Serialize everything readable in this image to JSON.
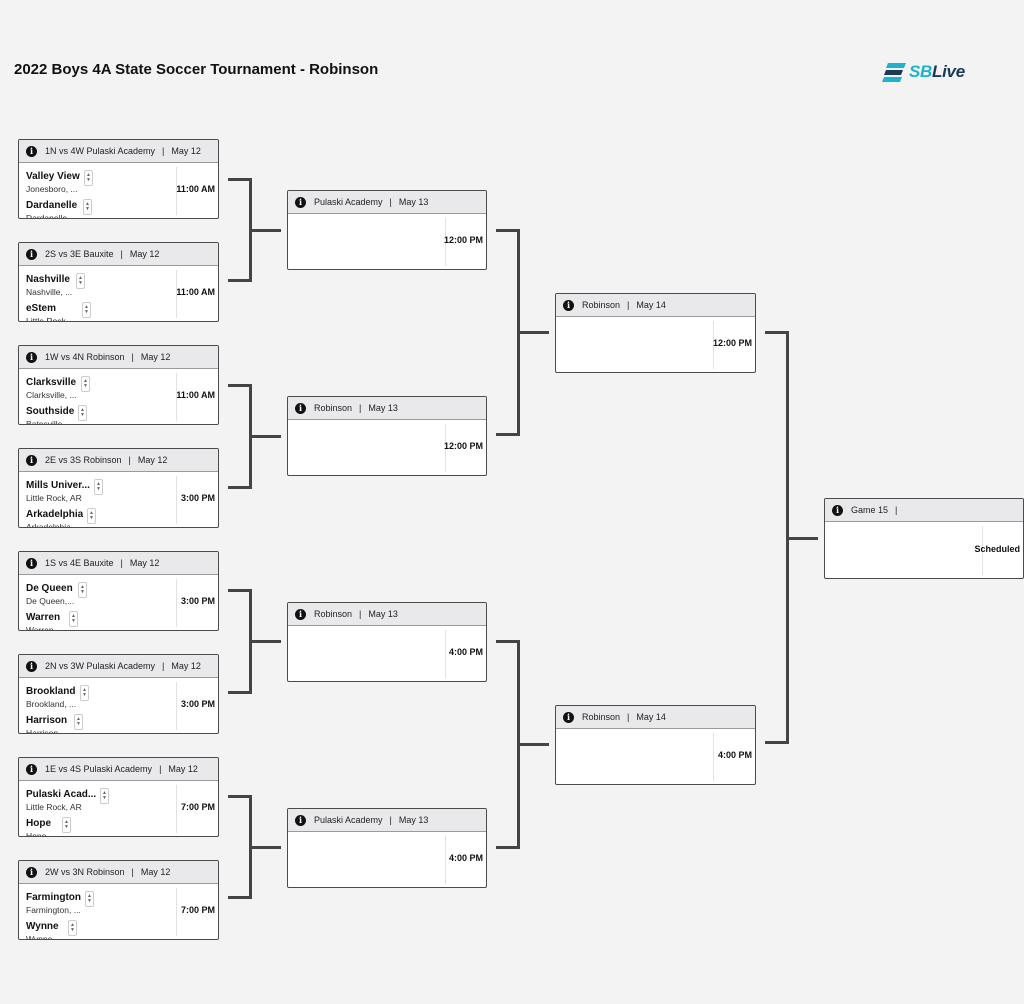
{
  "title": "2022 Boys 4A State Soccer Tournament - Robinson",
  "logo": {
    "prefix": "SB",
    "suffix": "Live",
    "icon": "sblive-logo-mark"
  },
  "icons": {
    "info": "info-icon",
    "sort": "sort-arrows-icon"
  },
  "colors": {
    "card_border": "#4b4b4b",
    "header_bg": "#e9e9ec",
    "connector": "#444444",
    "brand_blue": "#1fb2cf",
    "brand_dark": "#1a3a5a"
  },
  "round1": [
    {
      "header": "1N vs 4W Pulaski Academy",
      "date": "May 12",
      "time": "11:00 AM",
      "teams": [
        {
          "name": "Valley View",
          "loc": "Jonesboro, ..."
        },
        {
          "name": "Dardanelle",
          "loc": "Dardanelle, ..."
        }
      ]
    },
    {
      "header": "2S vs 3E Bauxite",
      "date": "May 12",
      "time": "11:00 AM",
      "teams": [
        {
          "name": "Nashville",
          "loc": "Nashville, ..."
        },
        {
          "name": "eStem",
          "loc": "Little Rock, ..."
        }
      ]
    },
    {
      "header": "1W vs 4N Robinson",
      "date": "May 12",
      "time": "11:00 AM",
      "teams": [
        {
          "name": "Clarksville",
          "loc": "Clarksville, ..."
        },
        {
          "name": "Southside",
          "loc": "Batesville, ..."
        }
      ]
    },
    {
      "header": "2E vs 3S Robinson",
      "date": "May 12",
      "time": "3:00 PM",
      "teams": [
        {
          "name": "Mills Univer...",
          "loc": "Little Rock, AR"
        },
        {
          "name": "Arkadelphia",
          "loc": "Arkadelphia, ..."
        }
      ]
    },
    {
      "header": "1S vs 4E Bauxite",
      "date": "May 12",
      "time": "3:00 PM",
      "teams": [
        {
          "name": "De Queen",
          "loc": "De Queen,..."
        },
        {
          "name": "Warren",
          "loc": "Warren, ..."
        }
      ]
    },
    {
      "header": "2N vs 3W Pulaski Academy",
      "date": "May 12",
      "time": "3:00 PM",
      "teams": [
        {
          "name": "Brookland",
          "loc": "Brookland, ..."
        },
        {
          "name": "Harrison",
          "loc": "Harrison, ..."
        }
      ]
    },
    {
      "header": "1E vs 4S Pulaski Academy",
      "date": "May 12",
      "time": "7:00 PM",
      "teams": [
        {
          "name": "Pulaski Acad...",
          "loc": "Little Rock, AR"
        },
        {
          "name": "Hope",
          "loc": "Hope, ..."
        }
      ]
    },
    {
      "header": "2W vs 3N Robinson",
      "date": "May 12",
      "time": "7:00 PM",
      "teams": [
        {
          "name": "Farmington",
          "loc": "Farmington, ..."
        },
        {
          "name": "Wynne",
          "loc": "Wynne, ..."
        }
      ]
    }
  ],
  "round2": [
    {
      "header": "Pulaski Academy",
      "date": "May 13",
      "time": "12:00 PM"
    },
    {
      "header": "Robinson",
      "date": "May 13",
      "time": "12:00 PM"
    },
    {
      "header": "Robinson",
      "date": "May 13",
      "time": "4:00 PM"
    },
    {
      "header": "Pulaski Academy",
      "date": "May 13",
      "time": "4:00 PM"
    }
  ],
  "round3": [
    {
      "header": "Robinson",
      "date": "May 14",
      "time": "12:00 PM"
    },
    {
      "header": "Robinson",
      "date": "May 14",
      "time": "4:00 PM"
    }
  ],
  "final": {
    "header": "Game 15",
    "date": "",
    "time": "Scheduled"
  }
}
